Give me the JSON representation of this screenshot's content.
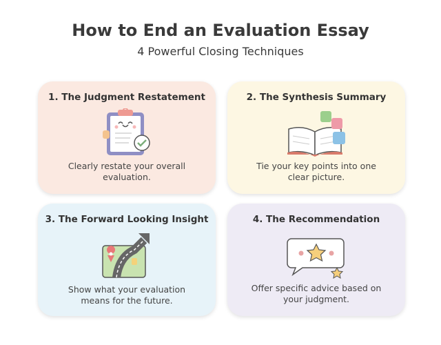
{
  "header": {
    "title": "How to End an Evaluation Essay",
    "subtitle": "4 Powerful Closing Techniques"
  },
  "cards": [
    {
      "title": "1. The Judgment Restatement",
      "description": "Clearly restate your overall evaluation.",
      "icon": "clipboard-check-icon",
      "color": "#fbe9e1"
    },
    {
      "title": "2. The Synthesis Summary",
      "description": "Tie your key points into one clear picture.",
      "icon": "book-puzzle-icon",
      "color": "#fdf7e3"
    },
    {
      "title": "3. The Forward Looking Insight",
      "description": "Show what your evaluation means for the future.",
      "icon": "map-road-arrow-icon",
      "color": "#e7f3f9"
    },
    {
      "title": "4. The Recommendation",
      "description": "Offer specific advice based on your judgment.",
      "icon": "speech-bubble-star-icon",
      "color": "#eeebf5"
    }
  ]
}
